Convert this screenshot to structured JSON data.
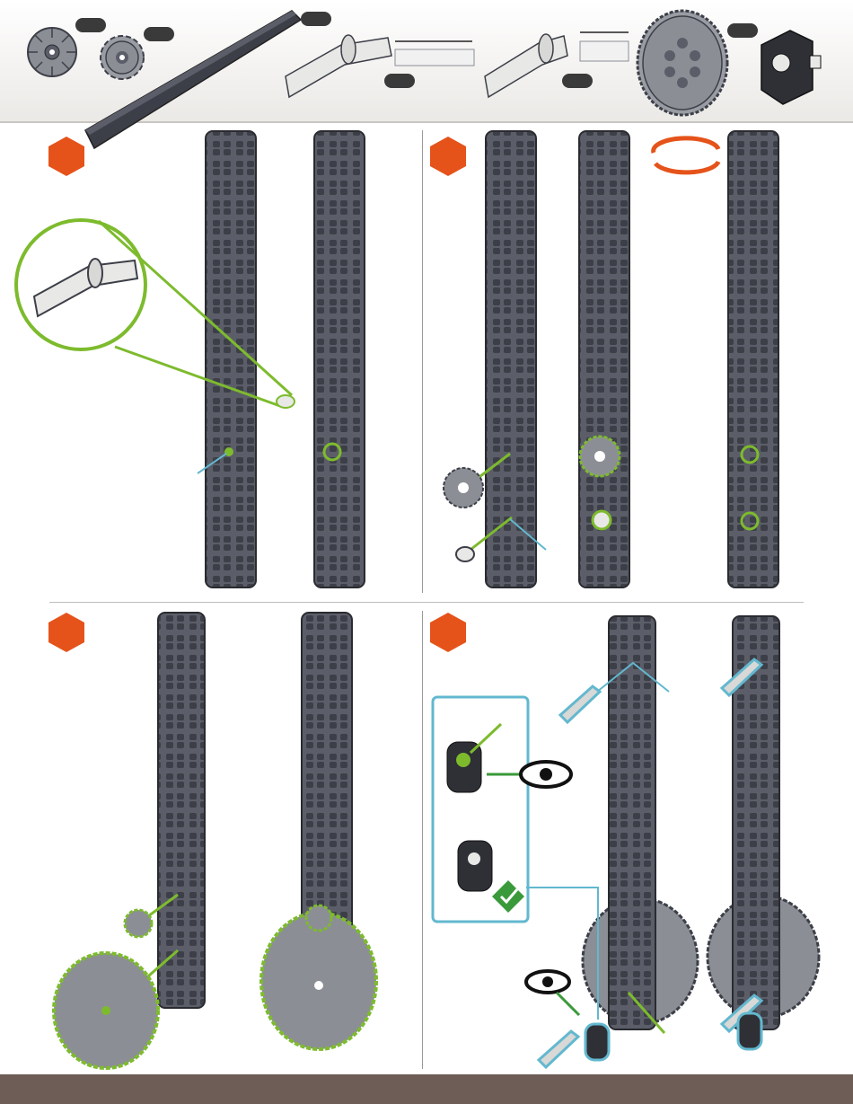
{
  "colors": {
    "step_accent": "#e5531a",
    "beam": "#5b5d68",
    "beam_dark": "#3d3f48",
    "highlight_green": "#7dbb2d",
    "leader_blue": "#62b8cf",
    "part_light": "#e8e8e6",
    "gear_grey": "#8c8e96",
    "footer": "#6e5c56",
    "check_green": "#3a9a3b"
  },
  "parts_strip": {
    "items": [
      {
        "name": "bevel-gear",
        "qty": ""
      },
      {
        "name": "spur-gear-small",
        "qty": ""
      },
      {
        "name": "long-beam",
        "qty": ""
      },
      {
        "name": "long-connector-peg",
        "qty": ""
      },
      {
        "name": "short-connector-peg",
        "qty": ""
      },
      {
        "name": "large-gear",
        "qty": ""
      },
      {
        "name": "crank-block",
        "qty": ""
      }
    ]
  },
  "steps": [
    {
      "number": ""
    },
    {
      "number": ""
    },
    {
      "number": ""
    },
    {
      "number": ""
    }
  ],
  "icons": {
    "rotate": "rotate-arrows-icon",
    "eye": "eye-icon",
    "check": "check-icon"
  }
}
